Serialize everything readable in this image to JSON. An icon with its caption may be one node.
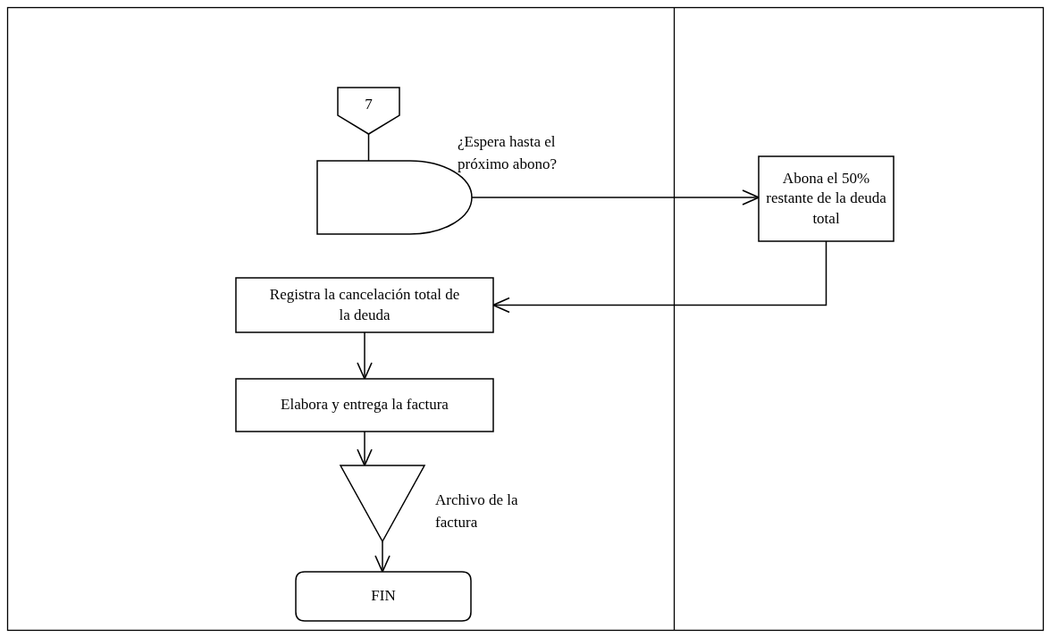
{
  "diagram": {
    "nodes": [
      {
        "text": [
          "7"
        ]
      },
      {
        "text": [],
        "shape": "delay",
        "beside": [
          "¿Espera hasta el próximo abono?"
        ]
      },
      {
        "text": [
          "Abona el 50% restante de la deuda total"
        ]
      },
      {
        "text": [
          "Registra la cancelación total de la deuda"
        ]
      },
      {
        "text": [
          "Elabora y entrega la factura"
        ]
      },
      {
        "text": [],
        "shape": "triangle",
        "beside": [
          "Archivo de la factura"
        ]
      },
      {
        "text": [
          "FIN"
        ]
      }
    ],
    "edges": [
      {
        "from": 0,
        "to": 1,
        "arrow": "none"
      },
      {
        "from": 1,
        "to": 2,
        "arrow": "to"
      },
      {
        "from": 2,
        "to": 3,
        "arrow": "to"
      },
      {
        "from": 3,
        "to": 4,
        "arrow": "to"
      },
      {
        "from": 4,
        "to": 5,
        "arrow": "to"
      },
      {
        "from": 5,
        "to": 6,
        "arrow": "to"
      }
    ]
  }
}
